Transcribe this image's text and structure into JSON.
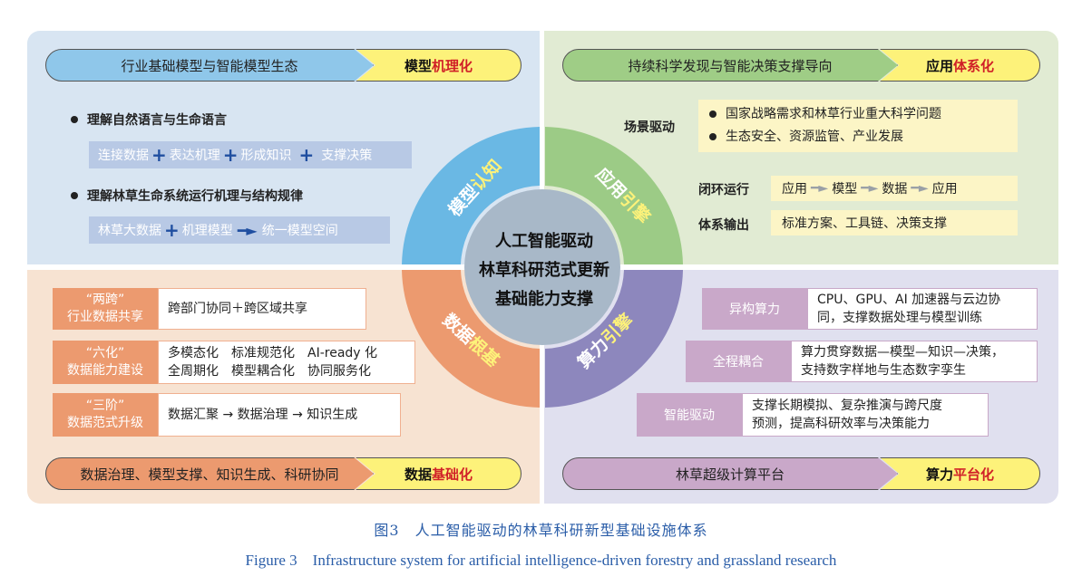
{
  "top_left": {
    "banner_text": "行业基础模型与智能模型生态",
    "tag_black": "模型",
    "tag_red": "机理化",
    "bullet1": "理解自然语言与生命语言",
    "chain1": [
      "连接数据",
      "表达机理",
      "形成知识",
      "支撑决策"
    ],
    "bullet2": "理解林草生命系统运行机理与结构规律",
    "chain2": [
      "林草大数据",
      "机理模型",
      "统一模型空间"
    ]
  },
  "top_right": {
    "banner_text": "持续科学发现与智能决策支撑导向",
    "tag_black": "应用",
    "tag_red": "体系化",
    "scene_label": "场景驱动",
    "scene_items": [
      "国家战略需求和林草行业重大科学问题",
      "生态安全、资源监管、产业发展"
    ],
    "loop_label": "闭环运行",
    "loop_items": [
      "应用",
      "模型",
      "数据",
      "应用"
    ],
    "output_label": "体系输出",
    "output_text": "标准方案、工具链、决策支撑"
  },
  "bottom_left": {
    "rows": [
      {
        "tag1": "“两跨”",
        "tag2": "行业数据共享",
        "lines": [
          "跨部门协同＋跨区域共享"
        ]
      },
      {
        "tag1": "“六化”",
        "tag2": "数据能力建设",
        "lines": [
          "多模态化　标准规范化　AI-ready 化",
          "全周期化　模型耦合化　协同服务化"
        ]
      },
      {
        "tag1": "“三阶”",
        "tag2": "数据范式升级",
        "lines": [
          "数据汇聚 → 数据治理 → 知识生成"
        ]
      }
    ],
    "banner_text": "数据治理、模型支撑、知识生成、科研协同",
    "tag_black": "数据",
    "tag_red": "基础化"
  },
  "bottom_right": {
    "rows": [
      {
        "tag": "异构算力",
        "lines": [
          "CPU、GPU、AI 加速器与云边协",
          "同，支撑数据处理与模型训练"
        ]
      },
      {
        "tag": "全程耦合",
        "lines": [
          "算力贯穿数据—模型—知识—决策，",
          "支持数字样地与生态数字孪生"
        ]
      },
      {
        "tag": "智能驱动",
        "lines": [
          "支撑长期模拟、复杂推演与跨尺度",
          "预测，提高科研效率与决策能力"
        ]
      }
    ],
    "banner_text": "林草超级计算平台",
    "tag_black": "算力",
    "tag_red": "平台化"
  },
  "hub": {
    "center_lines": [
      "人工智能驱动",
      "林草科研范式更新",
      "基础能力支撑"
    ],
    "ring_labels": {
      "model": {
        "white": "模型",
        "yellow": "认知"
      },
      "app": {
        "white": "应用",
        "yellow": "引擎"
      },
      "data": {
        "white": "数据",
        "yellow": "根基"
      },
      "compute": {
        "white": "算力",
        "yellow": "引擎"
      }
    }
  },
  "caption": {
    "cn": "图3　人工智能驱动的林草科研新型基础设施体系",
    "en": "Figure 3　Infrastructure system for artificial intelligence-driven forestry and grassland research"
  },
  "colors": {
    "blue_banner": "#8fc7ea",
    "green_banner": "#9fcd86",
    "orange_banner": "#ec9a6f",
    "purple_banner": "#c9a8c9",
    "yellow_tag": "#fdf27a",
    "ring_blue": "#6ab8e4",
    "ring_green": "#9ccb86",
    "ring_orange": "#ec9a6f",
    "ring_purple": "#8d87bd",
    "center": "#a8b8c8"
  }
}
